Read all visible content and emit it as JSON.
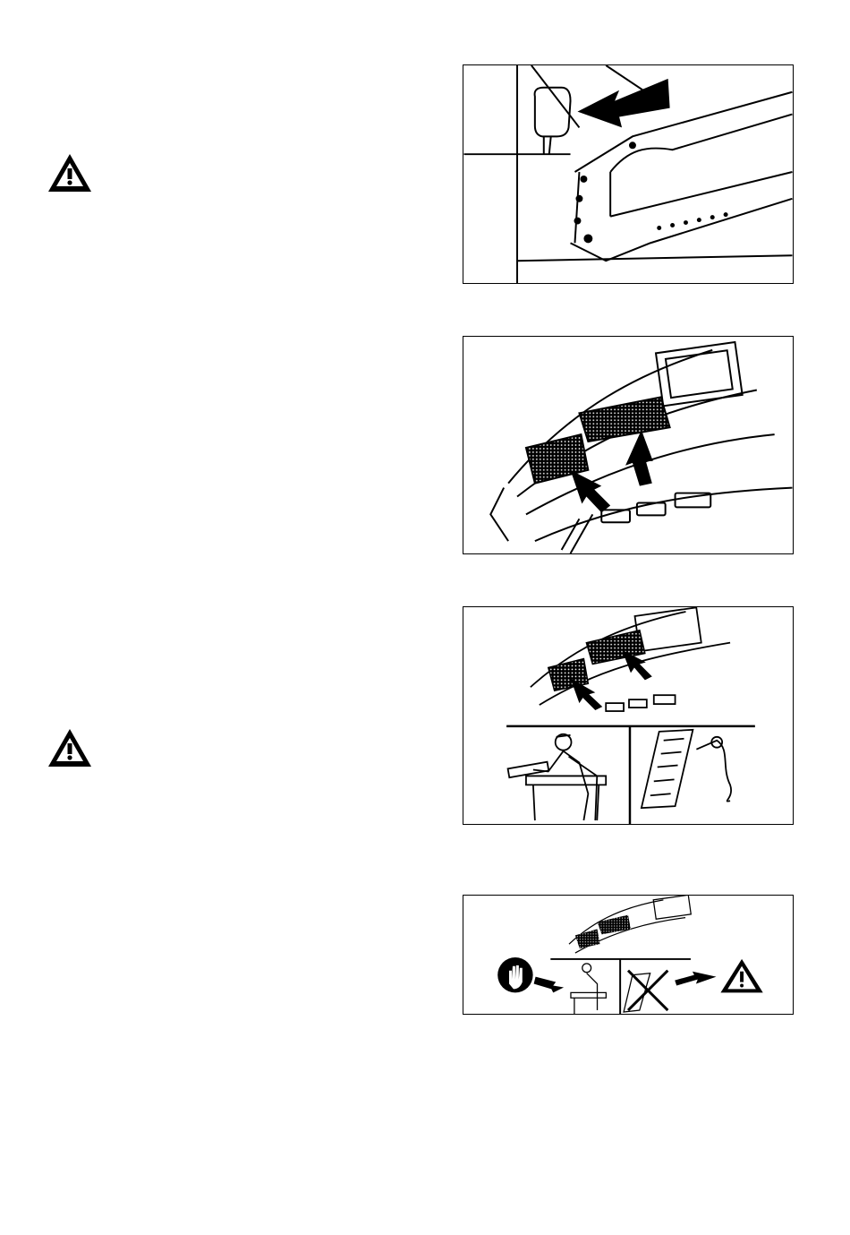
{
  "page": {
    "warnings": [
      {
        "icon": "warning-triangle-icon"
      },
      {
        "icon": "warning-triangle-icon"
      }
    ],
    "figures": [
      {
        "name": "fuel-filter-figure",
        "icon": "arrow-icon"
      },
      {
        "name": "cab-air-filters-figure",
        "icon": "arrow-icon"
      },
      {
        "name": "filter-cleaning-figure",
        "icon": "arrow-icon"
      },
      {
        "name": "filter-cleaning-safety-figure",
        "icons": [
          "glove-icon",
          "prohibited-cross-icon",
          "warning-triangle-icon"
        ]
      }
    ]
  }
}
